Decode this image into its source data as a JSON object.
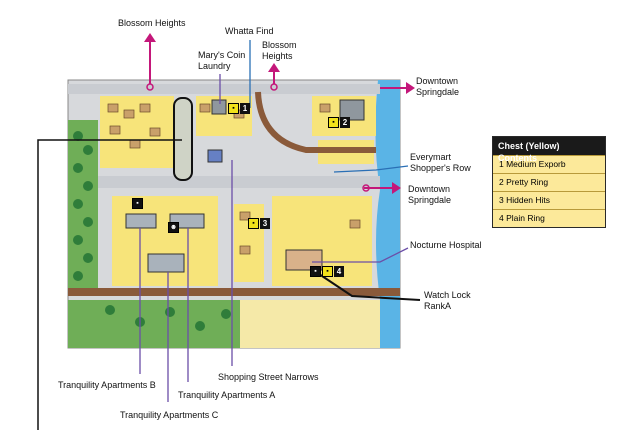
{
  "labels": {
    "blossom_heights_1": "Blossom Heights",
    "whatta_find": "Whatta Find",
    "marys_coin_laundry_1": "Mary's Coin",
    "marys_coin_laundry_2": "Laundry",
    "blossom_heights_2a": "Blossom",
    "blossom_heights_2b": "Heights",
    "downtown_1a": "Downtown",
    "downtown_1b": "Springdale",
    "everymart_a": "Everymart",
    "everymart_b": "Shopper's Row",
    "downtown_2a": "Downtown",
    "downtown_2b": "Springdale",
    "nocturne_hospital": "Nocturne Hospital",
    "watch_lock_a": "Watch Lock",
    "watch_lock_b": "RankA",
    "tranquility_b": "Tranquility Apartments B",
    "shopping_street": "Shopping Street Narrows",
    "tranquility_a": "Tranquility Apartments A",
    "tranquility_c": "Tranquility Apartments C"
  },
  "badges": [
    {
      "id": "1",
      "icon": "yellow-chest"
    },
    {
      "id": "2",
      "icon": "yellow-chest"
    },
    {
      "id": "3",
      "icon": "yellow-chest"
    },
    {
      "id": "4",
      "icon": "yellow-chest"
    }
  ],
  "legend": {
    "title": "Chest (Yellow) Contents",
    "rows": [
      "1 Medium Exporb",
      "2 Pretty Ring",
      "3 Hidden Hits",
      "4 Plain Ring"
    ]
  },
  "colors": {
    "road": "#c9ccd1",
    "lot": "#f7e47a",
    "grass": "#6fae57",
    "tree": "#2f7d3a",
    "rail": "#8a5a3a",
    "water": "#5ab4e6",
    "sand": "#f5e9a8",
    "exit_arrow": "#c4177a",
    "leader": "#6b4fa8"
  }
}
